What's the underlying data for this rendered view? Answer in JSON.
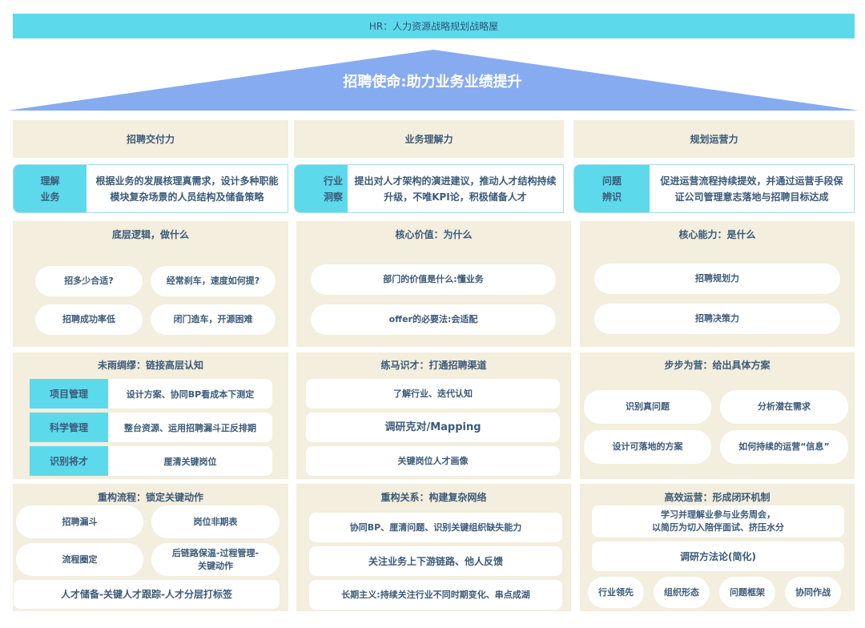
{
  "banner": {
    "title": "HR：人力资源战略规划战略屋"
  },
  "roof": {
    "title": "招聘使命:助力业务业绩提升",
    "color": "#87abf0"
  },
  "colors": {
    "cyan": "#5dd9ec",
    "beige": "#f3eedd",
    "text": "#3c5a78",
    "roof": "#87abf0"
  },
  "columns": [
    {
      "header": "招聘交付力",
      "definition": {
        "tag_line1": "理解",
        "tag_line2": "业务",
        "desc_line1": "根据业务的发展核理真需求，设计多种职能",
        "desc_line2": "模块复杂场景的人员结构及储备策略"
      },
      "section1": {
        "title": "底层逻辑，做什么",
        "items": [
          "招多少合适?",
          "经常刹车，速度如何提?",
          "招聘成功率低",
          "闭门造车，开源困难"
        ]
      },
      "section2": {
        "title": "未雨绸缪：链接高层认知",
        "rows": [
          {
            "label": "项目管理",
            "value": "设计方案、协同BP看成本下测定"
          },
          {
            "label": "科学管理",
            "value": "整台资源、运用招聘漏斗正反排期"
          },
          {
            "label": "识别将才",
            "value": "厘清关键岗位"
          }
        ]
      },
      "section3": {
        "title": "重构流程：锁定关键动作",
        "items": [
          "招聘漏斗",
          "岗位非期表",
          "流程圈定",
          "后链路保温-过程管理-",
          "关键动作",
          "人才储备-关键人才跟踪-人才分层打标签"
        ]
      }
    },
    {
      "header": "业务理解力",
      "definition": {
        "tag_line1": "行业",
        "tag_line2": "洞察",
        "desc_line1": "提出对人才架构的演进建议，推动人才结构持续",
        "desc_line2": "升级，不唯KPI论，积极储备人才"
      },
      "section1": {
        "title": "核心价值：为什么",
        "items": [
          "部门的价值是什么:懂业务",
          "offer的必要法:会适配"
        ]
      },
      "section2": {
        "title": "练马识才：打通招聘渠道",
        "items": [
          "了解行业、迭代认知",
          "调研克对/Mapping",
          "关键岗位人才画像"
        ]
      },
      "section3": {
        "title": "重构关系：构建复杂网络",
        "items": [
          "协同BP、厘清问题、识别关键组织缺失能力",
          "关注业务上下游链路、他人反馈",
          "长期主义:持续关注行业不同时期变化、串点成湖"
        ]
      }
    },
    {
      "header": "规划运营力",
      "definition": {
        "tag_line1": "问题",
        "tag_line2": "辨识",
        "desc_line1": "促进运营流程持续提效，并通过运营手段保",
        "desc_line2": "证公司管理意志落地与招聘目标达成"
      },
      "section1": {
        "title": "核心能力：是什么",
        "items": [
          "招聘规划力",
          "招聘决策力"
        ]
      },
      "section2": {
        "title": "步步为营：给出具体方案",
        "items": [
          "识别真问题",
          "分析潜在需求",
          "设计可落地的方案",
          "如何持续的运营“信息”"
        ]
      },
      "section3": {
        "title": "高效运营：形成闭环机制",
        "items": [
          "学习并理解业参与业务周会，",
          "以简历为切入陪伴面试、挤压水分",
          "调研方法论(简化)",
          "行业领先",
          "组织形态",
          "问题框架",
          "协同作战"
        ]
      }
    }
  ]
}
